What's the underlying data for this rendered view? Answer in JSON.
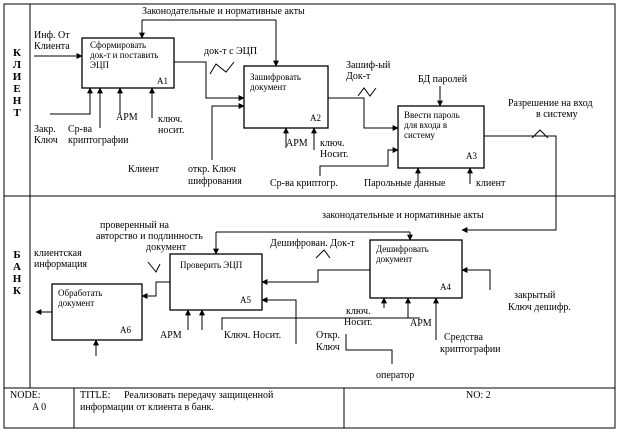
{
  "swimlanes": [
    {
      "id": "client",
      "label": "КЛИЕНТ"
    },
    {
      "id": "bank",
      "label": "БАНК"
    }
  ],
  "activities": [
    {
      "id": "A1",
      "lines": [
        "Сформировать",
        "док-т и поставить",
        "ЭЦП"
      ],
      "code": "A1"
    },
    {
      "id": "A2",
      "lines": [
        "Зашифровать",
        "документ"
      ],
      "code": "A2"
    },
    {
      "id": "A3",
      "lines": [
        "Ввести пароль",
        "для входа в",
        "систему"
      ],
      "code": "A3"
    },
    {
      "id": "A4",
      "lines": [
        "Дешифровать",
        "документ"
      ],
      "code": "A4"
    },
    {
      "id": "A5",
      "lines": [
        "Проверить ЭЦП"
      ],
      "code": "A5"
    },
    {
      "id": "A6",
      "lines": [
        "Обработать",
        "документ"
      ],
      "code": "A6"
    }
  ],
  "labels": {
    "laws_top": "Законодательные и нормативные акты",
    "inf_client": [
      "Инф. От",
      "Клиента"
    ],
    "doc_ecp": "док-т с ЭЦП",
    "encrypted_doc": [
      "Зашиф-ый",
      "Док-т"
    ],
    "bd_passwords": "БД паролей",
    "login_permission": [
      "Разрешение на вход",
      "в систему"
    ],
    "closed_key": [
      "Закр.",
      "Ключ"
    ],
    "crypto_means_1": [
      "Ср-ва",
      "криптографии"
    ],
    "arm_1": "АРМ",
    "key_carrier_1": [
      "ключ.",
      "носит."
    ],
    "arm_2": "АРМ",
    "key_carrier_2": [
      "ключ.",
      "Носит."
    ],
    "client": "Клиент",
    "open_key": [
      "откр. Ключ",
      "шифрования"
    ],
    "crypto_means_2": "Ср-ва криптогр.",
    "password_data": "Парольные данные",
    "client_2": "клиент",
    "laws_bank": "законодательные и нормативные акты",
    "verified": [
      "проверенный на",
      "авторство и подлинность",
      "документ"
    ],
    "decrypted_doc": "Дешифрован. Док-т",
    "client_info": [
      "клиентская",
      "информация"
    ],
    "arm_a5": "АРМ",
    "key_carrier_a5": "Ключ. Носит.",
    "open_key_a5": [
      "Откр.",
      "Ключ"
    ],
    "key_carrier_a4": [
      "ключ.",
      "Носит."
    ],
    "arm_a4": "АРМ",
    "closed_decrypt_key": [
      "закрытый",
      "Ключ дешифр."
    ],
    "crypto_means_3": [
      "Средства",
      "криптографии"
    ],
    "operator": "оператор"
  },
  "footer": {
    "node_label": "NODE:",
    "node_value": "A 0",
    "title_label": "TITLE:",
    "title_text": [
      "Реализовать передачу защищенной",
      "информации от клиента в банк."
    ],
    "no_label": "NO: 2"
  }
}
